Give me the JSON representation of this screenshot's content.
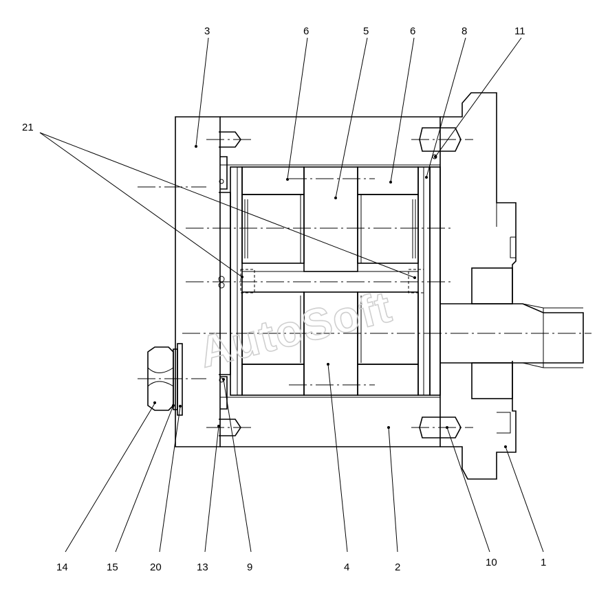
{
  "diagram": {
    "watermark": "AutoSoft",
    "callouts": [
      "1",
      "2",
      "3",
      "4",
      "5",
      "6",
      "8",
      "9",
      "10",
      "11",
      "13",
      "14",
      "15",
      "20",
      "21"
    ]
  }
}
